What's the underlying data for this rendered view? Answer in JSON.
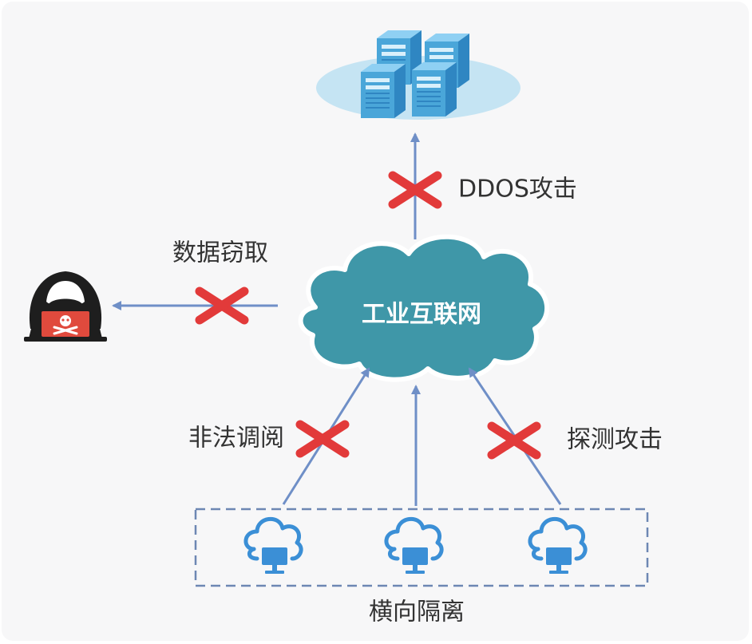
{
  "center": {
    "label": "工业互联网"
  },
  "attacks": {
    "ddos": "DDOS攻击",
    "data_theft": "数据窃取",
    "illegal_access": "非法调阅",
    "probe": "探测攻击"
  },
  "isolation": {
    "label": "横向隔离"
  },
  "colors": {
    "cloud": "#3f97a8",
    "arrow": "#6f8fc7",
    "block_x": "#e23a3a",
    "server": "#4aa6d9",
    "server_base": "#c5e4f3",
    "device": "#3b8fd6",
    "hacker": "#1e1e1e",
    "hacker_screen": "#e04a3d",
    "isolation_border": "#6d87b3"
  },
  "icons": {
    "servers": "server-cluster-icon",
    "hacker": "hacker-icon",
    "device": "cloud-computer-icon",
    "blocked": "red-x-icon"
  }
}
